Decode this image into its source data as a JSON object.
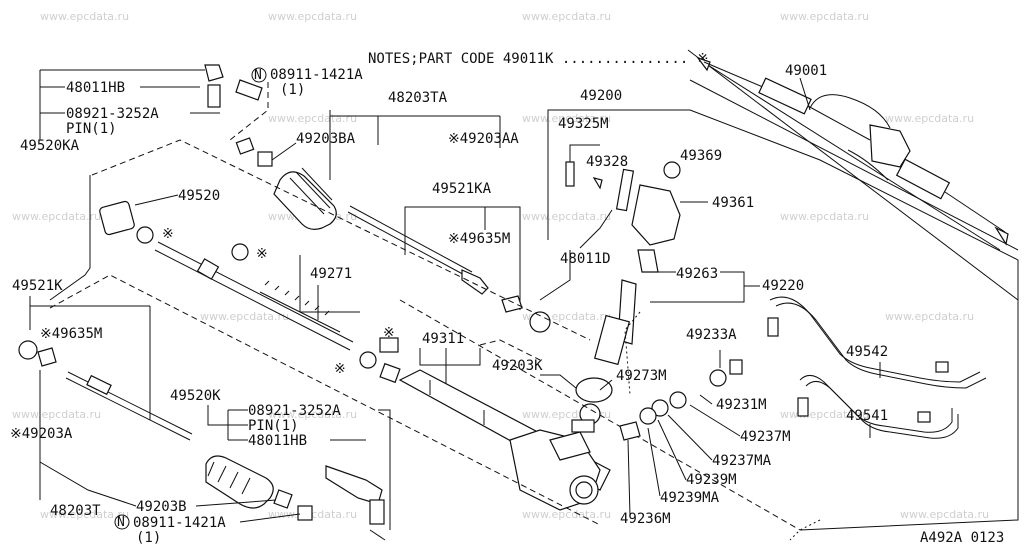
{
  "watermark": "www.epcdata.ru",
  "notes": "NOTES;PART CODE  49011K ............... ※",
  "figure_code": "A492A 0123",
  "labels": {
    "p48011HB_top": "48011HB",
    "p08921_top": "08921-3252A",
    "pin_top": "PIN(1)",
    "p49520KA": "49520KA",
    "p08911_top": "08911-1421A",
    "qty_top": "(1)",
    "n_top": "N",
    "p48203TA": "48203TA",
    "p49203BA": "49203BA",
    "p49203AA": "※49203AA",
    "p49520": "49520",
    "p49521KA": "49521KA",
    "p49635M_r": "※49635M",
    "p49271": "49271",
    "p49200": "49200",
    "p49325M": "49325M",
    "p49328": "49328",
    "p49369": "49369",
    "p49361": "49361",
    "p48011D": "48011D",
    "p49263": "49263",
    "p49220": "49220",
    "p49001": "49001",
    "p49521K": "49521K",
    "p49635M_l": "※49635M",
    "p49203A": "※49203A",
    "p49311": "49311",
    "p49203K": "49203K",
    "p49273M": "49273M",
    "p49233A": "49233A",
    "p49542": "49542",
    "p49231M": "49231M",
    "p49541": "49541",
    "p49237M": "49237M",
    "p49237MA": "49237MA",
    "p49239M": "49239M",
    "p49239MA": "49239MA",
    "p49236M": "49236M",
    "p49520K": "49520K",
    "p08921_bot": "08921-3252A",
    "pin_bot": "PIN(1)",
    "p48011HB_bot": "48011HB",
    "p49203B": "49203B",
    "p48203T": "48203T",
    "p08911_bot": "08911-1421A",
    "qty_bot": "(1)",
    "n_bot": "N",
    "star": "※"
  }
}
